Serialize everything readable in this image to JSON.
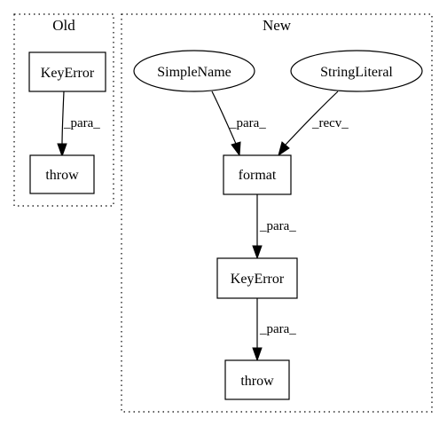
{
  "clusters": {
    "old": {
      "title": "Old"
    },
    "new": {
      "title": "New"
    }
  },
  "nodes": {
    "old_keyerror": {
      "label": "KeyError",
      "shape": "box"
    },
    "old_throw": {
      "label": "throw",
      "shape": "box"
    },
    "new_simplename": {
      "label": "SimpleName",
      "shape": "ellipse"
    },
    "new_stringliteral": {
      "label": "StringLiteral",
      "shape": "ellipse"
    },
    "new_format": {
      "label": "format",
      "shape": "box"
    },
    "new_keyerror": {
      "label": "KeyError",
      "shape": "box"
    },
    "new_throw": {
      "label": "throw",
      "shape": "box"
    }
  },
  "edges": {
    "old_keyerror_to_throw": {
      "label": "_para_"
    },
    "simplename_to_format": {
      "label": "_para_"
    },
    "stringliteral_to_format": {
      "label": "_recv_"
    },
    "format_to_keyerror": {
      "label": "_para_"
    },
    "new_keyerror_to_throw": {
      "label": "_para_"
    }
  }
}
